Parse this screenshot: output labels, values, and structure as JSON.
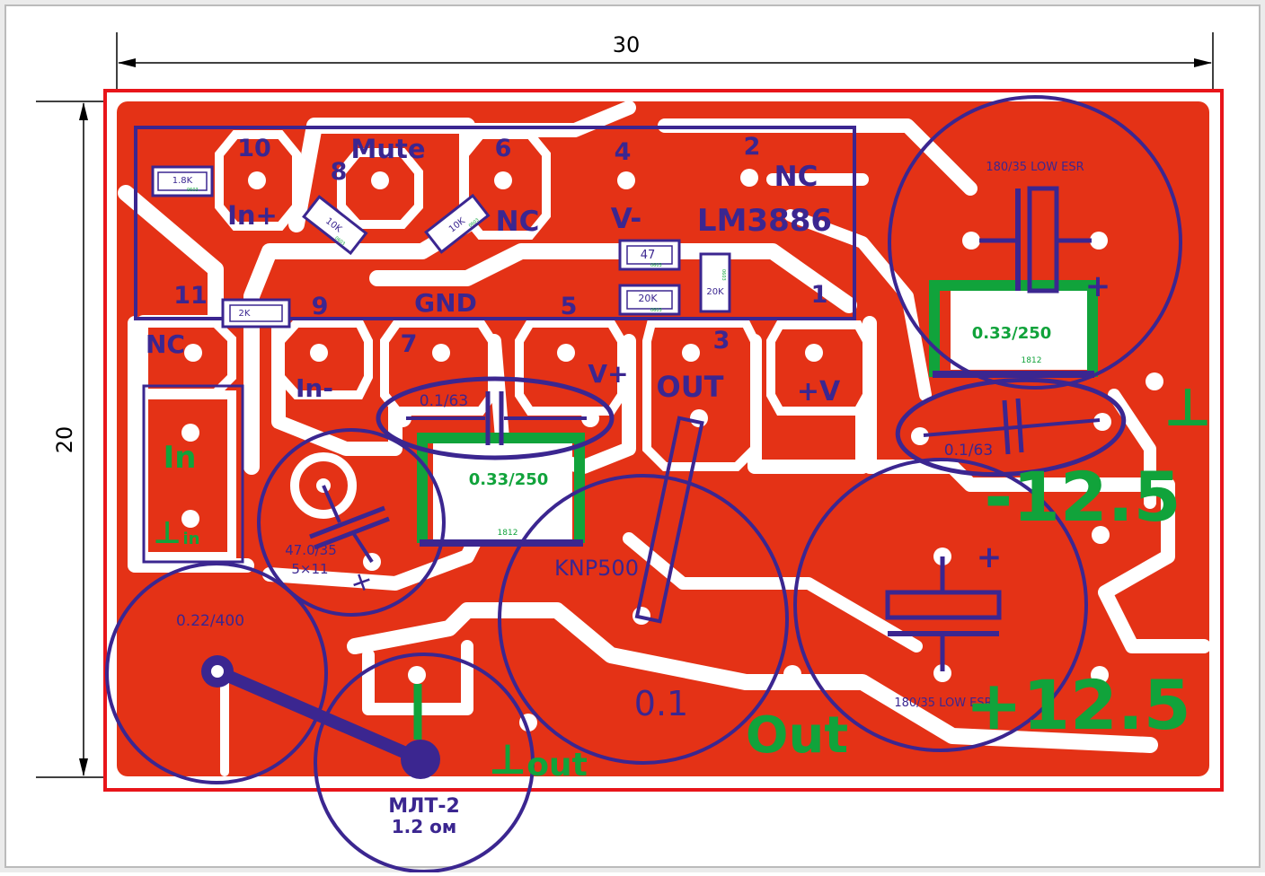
{
  "colors": {
    "background": "#ebebeb",
    "board_fill": "#e43216",
    "board_outline": "#e8151a",
    "silkscreen": "#3b2690",
    "green": "#11a33b",
    "copper_gap": "#ffffff"
  },
  "dimensions": {
    "width_label": "30",
    "height_label": "20"
  },
  "ic": {
    "name": "LM3886",
    "pins": {
      "p10": "10",
      "p8": "8",
      "p6": "6",
      "p4": "4",
      "p2": "2",
      "p11": "11",
      "p9": "9",
      "p7": "7",
      "p5": "5",
      "p3": "3",
      "p1": "1"
    },
    "pin_labels": {
      "mute": "Mute",
      "in_plus": "In+",
      "nc_top": "NC",
      "nc_mid": "NC",
      "v_minus": "V-",
      "gnd": "GND",
      "nc_left": "NC",
      "in_minus": "In-",
      "v_plus": "V+",
      "out": "OUT",
      "plus_v": "+V"
    }
  },
  "smd_resistors": {
    "r1": "1.8K",
    "r2": "10K",
    "r3": "10K",
    "r4": "47",
    "r5": "20K",
    "r6": "20K",
    "r7": "2K",
    "small_code": "0603"
  },
  "capacitors": {
    "c_big_top": "180/35 LOW ESR",
    "c_big_bottom": "180/35 LOW ESR",
    "c_film_top": "0.33/250",
    "c_film_mid": "0.33/250",
    "c_film_code": "1812",
    "c_ceramic_mid": "0.1/63",
    "c_ceramic_right": "0.1/63",
    "c_elec_small_value": "47.0/35",
    "c_elec_small_size": "5×11",
    "c_zobel": "0.22/400"
  },
  "resistors": {
    "knp": "KNP500",
    "knp_value": "0.1",
    "mlt_type": "МЛТ-2",
    "mlt_value": "1.2 ом"
  },
  "connectors": {
    "in": "In",
    "gnd_in_symbol": "⊥",
    "gnd_in_sub": "in",
    "gnd_out_symbol": "⊥",
    "gnd_out_sub": "out",
    "out": "Out",
    "gnd_right": "⊥",
    "minus_supply": "-12.5",
    "plus_supply": "+12.5"
  },
  "polarity": {
    "plus": "+"
  }
}
